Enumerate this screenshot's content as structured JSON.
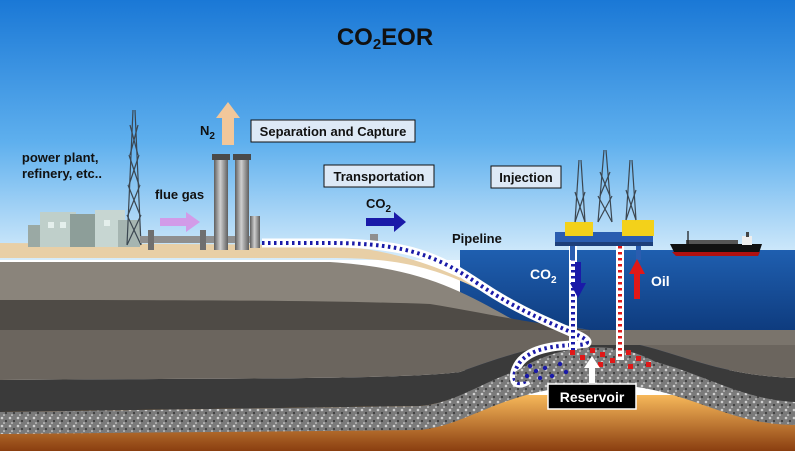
{
  "title": {
    "main": "CO",
    "sub": "2",
    "tail": "EOR"
  },
  "labels": {
    "power_plant_line1": "power plant,",
    "power_plant_line2": "refinery, etc..",
    "flue_gas": "flue gas",
    "n2_main": "N",
    "n2_sub": "2",
    "pipeline": "Pipeline",
    "co2_main": "CO",
    "co2_sub": "2",
    "oil": "Oil"
  },
  "boxes": {
    "separation": "Separation and Capture",
    "transportation": "Transportation",
    "injection": "Injection",
    "reservoir": "Reservoir"
  },
  "colors": {
    "co2_flow": "#1a1aa8",
    "oil_flow": "#e01818",
    "n2_arrow": "#f2c79a",
    "flue_arrow": "#d29be8",
    "sea": "#0a3d8c",
    "sky_top": "#1a78d6"
  },
  "icons": [
    "power-plant-icon",
    "derrick-icon",
    "smokestack-icon",
    "offshore-platform-icon",
    "tanker-ship-icon"
  ]
}
